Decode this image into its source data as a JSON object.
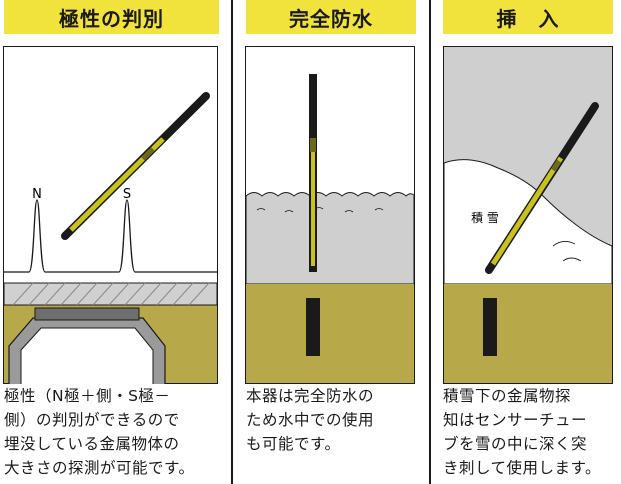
{
  "panels": [
    {
      "title": "極性の判別",
      "peak_labels": [
        "N",
        "S"
      ],
      "description_lines": [
        "極性（N極＋側・S極－",
        "側）の判別ができるので",
        "埋没している金属物体の",
        "大きさの探測が可能です。"
      ]
    },
    {
      "title": "完全防水",
      "description_lines": [
        "本器は完全防水の",
        "ため水中での使用",
        "も可能です。"
      ]
    },
    {
      "title": "挿　入",
      "snow_label": "積 雪",
      "description_lines": [
        "積雪下の金属物探",
        "知はセンサーチュー",
        "ブを雪の中に深く突",
        "き刺して使用します。"
      ]
    }
  ],
  "colors": {
    "header_bg": "#f2e23c",
    "sensor_yellow": "#c9c21c",
    "soil": "#b7a84a",
    "gray_fill": "#cfcfcf"
  }
}
